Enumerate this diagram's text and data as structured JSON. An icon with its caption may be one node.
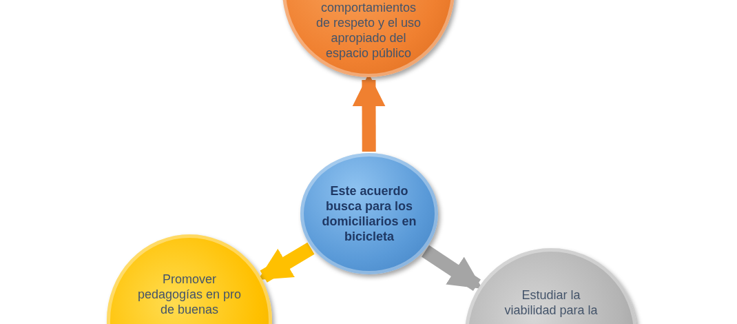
{
  "diagram": {
    "nodes": [
      {
        "text": [
          "Este acuerdo busca para los domiciliarios en bicicleta"
        ]
      },
      {
        "text": [
          "comportamientos de respeto y el uso apropiado del espacio público"
        ]
      },
      {
        "text": [
          "Promover pedagogías en pro de buenas"
        ]
      },
      {
        "text": [
          "Estudiar la viabilidad para la"
        ]
      }
    ],
    "edges": [
      {
        "from": 0,
        "to": 1,
        "arrow": "to",
        "color": "#f08030"
      },
      {
        "from": 0,
        "to": 2,
        "arrow": "to",
        "color": "#ffc000"
      },
      {
        "from": 0,
        "to": 3,
        "arrow": "to",
        "color": "#a5a5a5"
      }
    ]
  }
}
